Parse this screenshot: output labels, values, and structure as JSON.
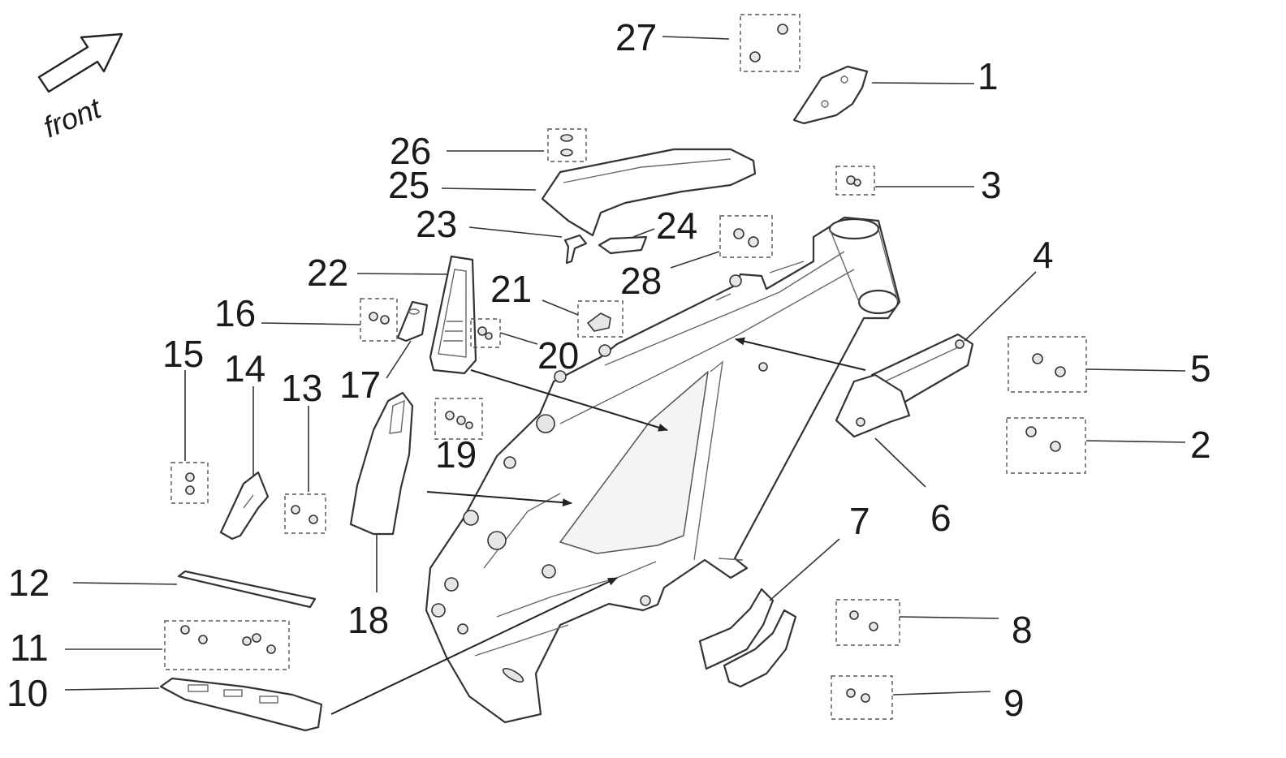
{
  "orientation": {
    "label": "front",
    "icon": "front-arrow-icon"
  },
  "callouts": [
    "1",
    "2",
    "3",
    "4",
    "5",
    "6",
    "7",
    "8",
    "9",
    "10",
    "11",
    "12",
    "13",
    "14",
    "15",
    "16",
    "17",
    "18",
    "19",
    "20",
    "21",
    "22",
    "23",
    "24",
    "25",
    "26",
    "27",
    "28"
  ],
  "colors": {
    "line": "#333333",
    "background": "#ffffff",
    "text": "#1a1a1a"
  }
}
